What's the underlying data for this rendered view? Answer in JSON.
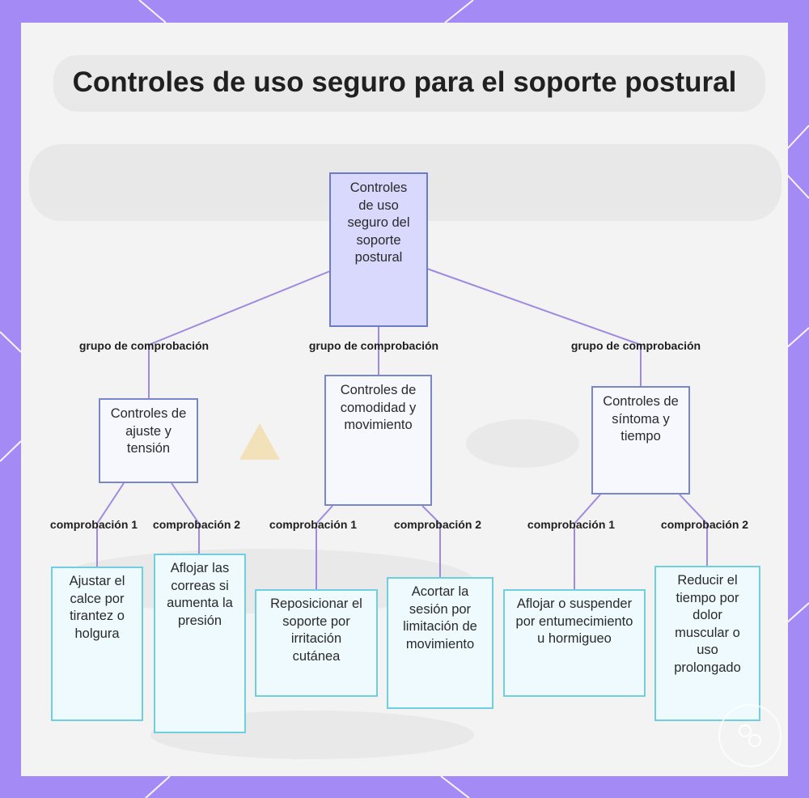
{
  "title": "Controles de uso seguro para el soporte postural",
  "edge_labels": {
    "group": "grupo de comprobación",
    "check1": "comprobación 1",
    "check2": "comprobación 2"
  },
  "nodes": {
    "root": "Controles de uso seguro del soporte postural",
    "group_fit": "Controles de ajuste y tensión",
    "group_comfort": "Controles de comodidad y movimiento",
    "group_symptom": "Controles de síntoma y tiempo",
    "leaf_adjust_fit": "Ajustar el calce por tirantez o holgura",
    "leaf_loosen_straps": "Aflojar las correas si aumenta la presión",
    "leaf_reposition": "Reposicionar el soporte por irritación cutánea",
    "leaf_shorten_session": "Acortar la sesión por limitación de movimiento",
    "leaf_loosen_suspend": "Aflojar o suspender por entumecimiento u hormigueo",
    "leaf_reduce_time": "Reducir el tiempo por dolor muscular o uso prolongado"
  },
  "colors": {
    "frame": "#a48af5",
    "root_fill": "#d8d9fd",
    "group_border": "#7a86cb",
    "leaf_border": "#6fcfdc",
    "connector": "#a08ae0"
  }
}
